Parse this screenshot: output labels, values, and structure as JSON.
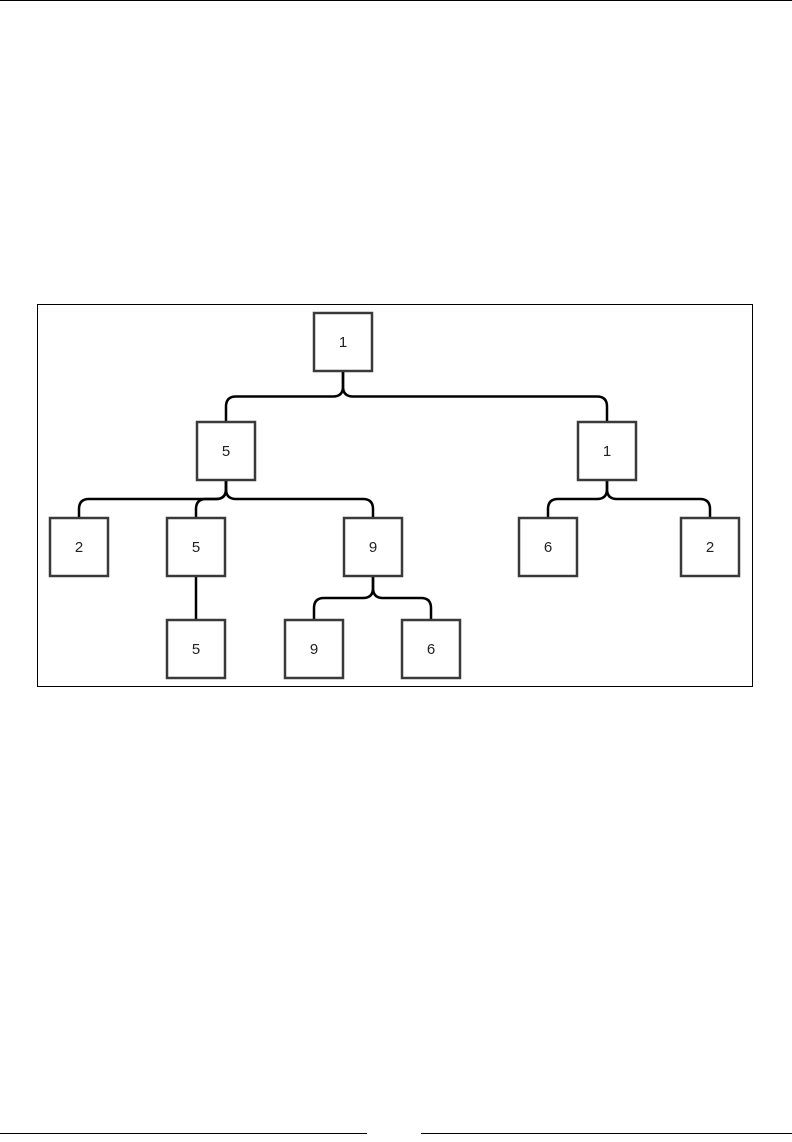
{
  "diagram": {
    "type": "tree",
    "nodes": [
      {
        "id": "root",
        "label": "1"
      },
      {
        "id": "n5a",
        "label": "5",
        "parent": "root"
      },
      {
        "id": "n1b",
        "label": "1",
        "parent": "root"
      },
      {
        "id": "n2a",
        "label": "2",
        "parent": "n5a"
      },
      {
        "id": "n5b",
        "label": "5",
        "parent": "n5a"
      },
      {
        "id": "n9a",
        "label": "9",
        "parent": "n5a"
      },
      {
        "id": "n6a",
        "label": "6",
        "parent": "n1b"
      },
      {
        "id": "n2b",
        "label": "2",
        "parent": "n1b"
      },
      {
        "id": "n5c",
        "label": "5",
        "parent": "n5b"
      },
      {
        "id": "n9b",
        "label": "9",
        "parent": "n9a"
      },
      {
        "id": "n6b",
        "label": "6",
        "parent": "n9a"
      }
    ],
    "colors": {
      "edge": "#000000",
      "node_border": "#3a3a3a",
      "node_fill": "#ffffff",
      "label": "#222222"
    }
  }
}
